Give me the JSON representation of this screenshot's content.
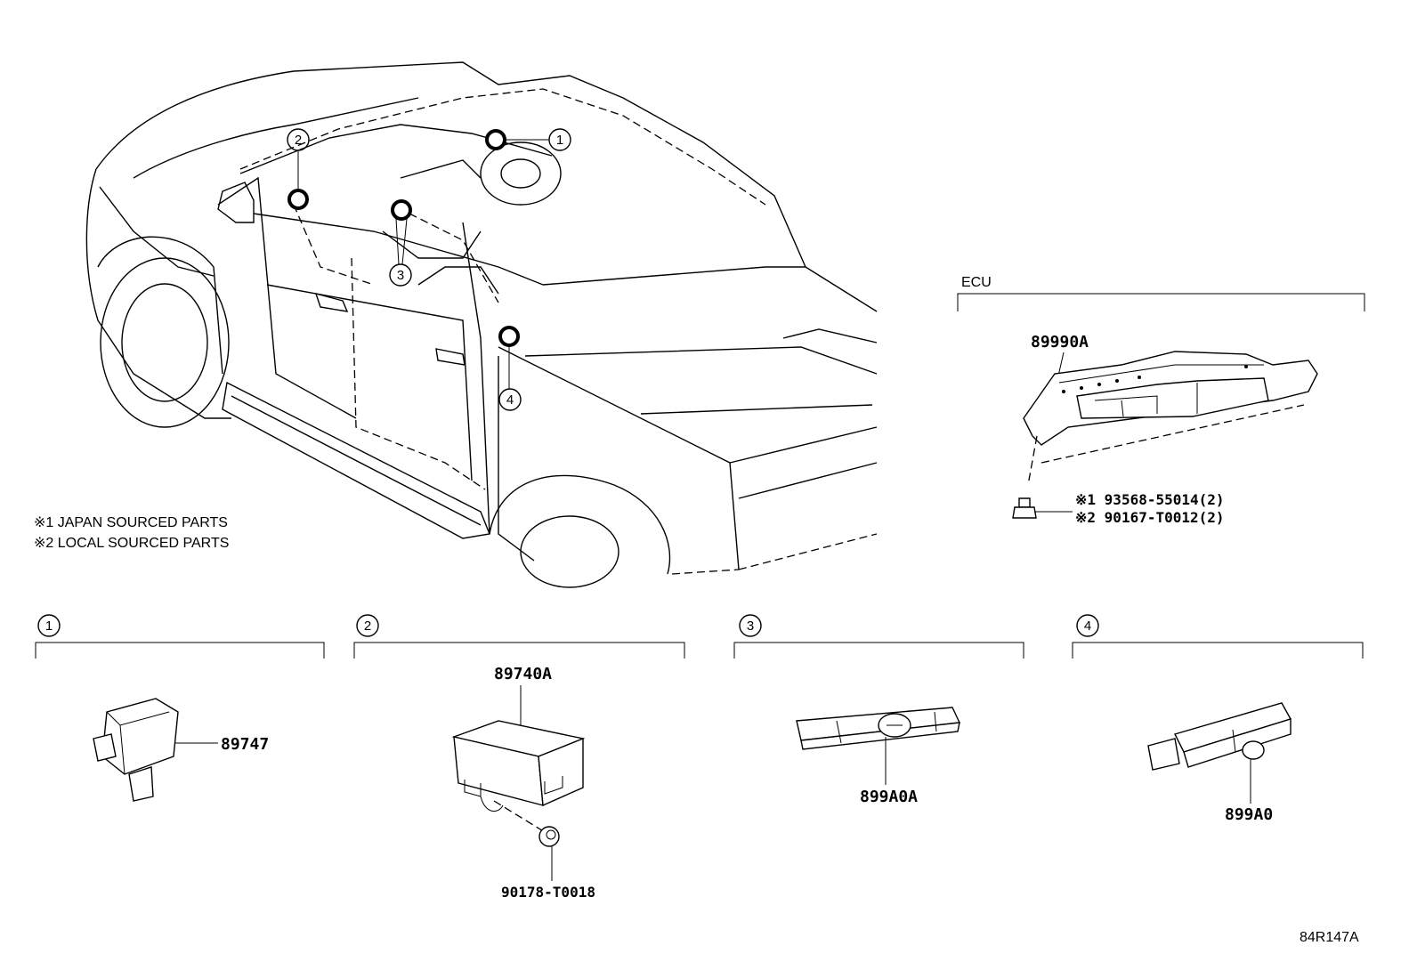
{
  "diagram_code": "84R147A",
  "notes": [
    "※1 JAPAN SOURCED PARTS",
    "※2 LOCAL SOURCED PARTS"
  ],
  "callouts": [
    "1",
    "2",
    "3",
    "4"
  ],
  "ecu": {
    "label": "ECU",
    "part_number": "89990A",
    "bolt_note_1": "※1  93568-55014(2)",
    "bolt_note_2": "※2  90167-T0012(2)"
  },
  "sections": [
    {
      "callout": "1",
      "part_number": "89747"
    },
    {
      "callout": "2",
      "part_number": "89740A",
      "screw_part_number": "90178-T0018"
    },
    {
      "callout": "3",
      "part_number": "899A0A"
    },
    {
      "callout": "4",
      "part_number": "899A0"
    }
  ]
}
